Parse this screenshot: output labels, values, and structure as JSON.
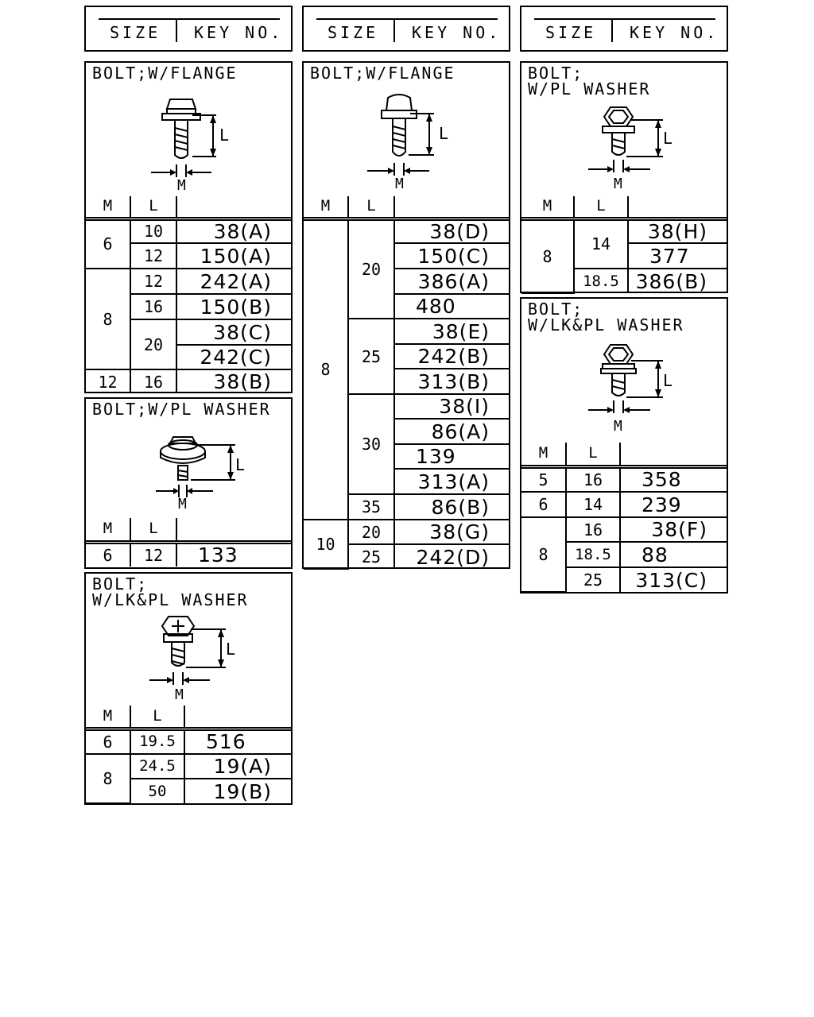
{
  "header": {
    "size_label": "SIZE",
    "key_label": "KEY NO."
  },
  "col": {
    "m": "M",
    "l": "L"
  },
  "dim": {
    "m": "M",
    "l": "L"
  },
  "panels": {
    "p1": {
      "title": "BOLT;W/FLANGE",
      "rows": [
        {
          "m": "6",
          "l": "10",
          "k": "38(A)"
        },
        {
          "l": "12",
          "k": "150(A)"
        },
        {
          "m": "8",
          "l": "12",
          "k": "242(A)"
        },
        {
          "l": "16",
          "k": "150(B)"
        },
        {
          "l": "20",
          "k": "38(C)"
        },
        {
          "k": "242(C)"
        },
        {
          "m": "12",
          "l": "16",
          "k": "38(B)"
        }
      ]
    },
    "p2": {
      "title": "BOLT;W/PL WASHER",
      "rows": [
        {
          "m": "6",
          "l": "12",
          "k": "133"
        }
      ]
    },
    "p3": {
      "title": "BOLT;\nW/LK&PL WASHER",
      "rows": [
        {
          "m": "6",
          "l": "19.5",
          "k": "516"
        },
        {
          "m": "8",
          "l": "24.5",
          "k": "19(A)"
        },
        {
          "l": "50",
          "k": "19(B)"
        }
      ]
    },
    "p4": {
      "title": "BOLT;W/FLANGE",
      "rows": [
        {
          "m": "8",
          "l": "20",
          "k": "38(D)"
        },
        {
          "k": "150(C)"
        },
        {
          "k": "386(A)"
        },
        {
          "k": "480"
        },
        {
          "l": "25",
          "k": "38(E)"
        },
        {
          "k": "242(B)"
        },
        {
          "k": "313(B)"
        },
        {
          "l": "30",
          "k": "38(I)"
        },
        {
          "k": "86(A)"
        },
        {
          "k": "139"
        },
        {
          "k": "313(A)"
        },
        {
          "l": "35",
          "k": "86(B)"
        },
        {
          "m": "10",
          "l": "20",
          "k": "38(G)"
        },
        {
          "l": "25",
          "k": "242(D)"
        }
      ]
    },
    "p5": {
      "title": "BOLT;\nW/PL WASHER",
      "rows": [
        {
          "m": "8",
          "l": "14",
          "k": "38(H)"
        },
        {
          "k": "377"
        },
        {
          "l": "18.5",
          "k": "386(B)"
        }
      ]
    },
    "p6": {
      "title": "BOLT;\nW/LK&PL WASHER",
      "rows": [
        {
          "m": "5",
          "l": "16",
          "k": "358"
        },
        {
          "m": "6",
          "l": "14",
          "k": "239"
        },
        {
          "m": "8",
          "l": "16",
          "k": "38(F)"
        },
        {
          "l": "18.5",
          "k": "88"
        },
        {
          "l": "25",
          "k": "313(C)"
        }
      ]
    }
  }
}
